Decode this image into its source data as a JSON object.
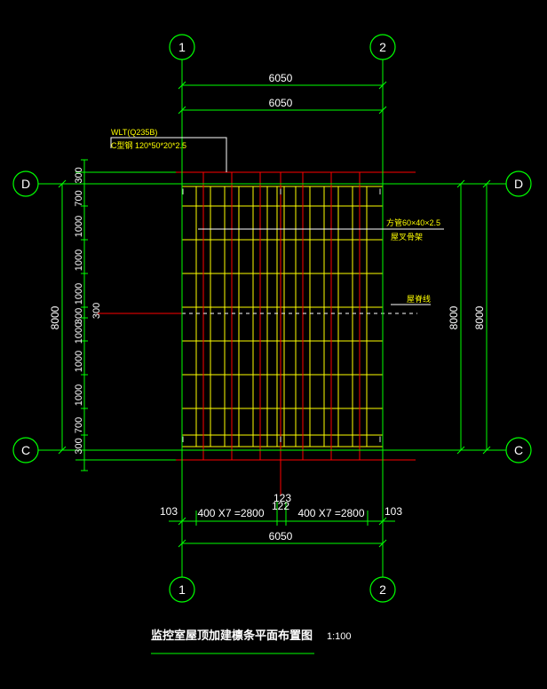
{
  "drawing": {
    "title": "监控室屋顶加建檩条平面布置图",
    "scale": "1:100"
  },
  "axes": {
    "col_1": "1",
    "col_2": "2",
    "row_d": "D",
    "row_c": "C"
  },
  "dimensions": {
    "top_overall_1": "6050",
    "top_overall_2": "6050",
    "bottom_overall": "6050",
    "bottom_left_edge": "103",
    "bottom_left_run": "400 X7 =2800",
    "bottom_mid_gap": "122",
    "bottom_mid_label": "123",
    "bottom_right_run": "400 X7 =2800",
    "bottom_right_edge": "103",
    "left_overall": "8000",
    "right_inner_overall": "8000",
    "right_outer_overall": "8000",
    "left_chain": [
      "300",
      "700",
      "1000",
      "1000",
      "1000",
      "300",
      "1000",
      "1000",
      "1000",
      "700",
      "300"
    ],
    "center_note": "300"
  },
  "annotations": {
    "purlin_spec_1": "WLT(Q235B)",
    "purlin_spec_2": "C型钢 120*50*20*2.5",
    "tube_spec": "方管60×40×2.5",
    "tube_desc": "屋叉骨架",
    "ridge_label": "屋脊线"
  },
  "colors": {
    "background": "#000000",
    "axis_green": "#00ff00",
    "purlin_yellow": "#ffff00",
    "edge_red": "#ff0000",
    "text_white": "#ffffff"
  }
}
